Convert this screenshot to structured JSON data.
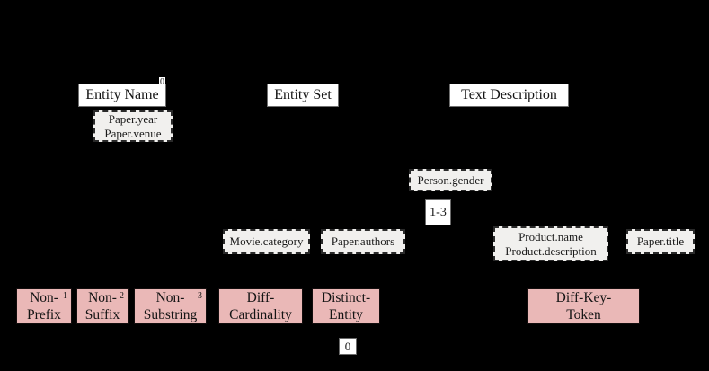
{
  "canvas": {
    "background": "#000000"
  },
  "colors": {
    "node_fill": "#ffffff",
    "node_border": "#707070",
    "example_fill": "#f1f0ee",
    "example_border": "#2a2a2a",
    "category_fill": "#eab8b7",
    "text": "#141414"
  },
  "nodes": {
    "entity_name": {
      "label": "Entity Name",
      "sup": "0"
    },
    "entity_set": {
      "label": "Entity Set"
    },
    "text_description": {
      "label": "Text Description"
    },
    "range": {
      "label": "1-3"
    },
    "zero": {
      "label": "0"
    }
  },
  "examples": {
    "paper_year_venue": {
      "lines": [
        "Paper.year",
        "Paper.venue"
      ]
    },
    "person_gender": {
      "lines": [
        "Person.gender"
      ]
    },
    "movie_category": {
      "lines": [
        "Movie.category"
      ]
    },
    "paper_authors": {
      "lines": [
        "Paper.authors"
      ]
    },
    "product_name_description": {
      "lines": [
        "Product.name",
        "Product.description"
      ]
    },
    "paper_title": {
      "lines": [
        "Paper.title"
      ]
    }
  },
  "categories": [
    {
      "line1": "Non-",
      "line2": "Prefix",
      "sup": "1"
    },
    {
      "line1": "Non-",
      "line2": "Suffix",
      "sup": "2"
    },
    {
      "line1": "Non-",
      "line2": "Substring",
      "sup": "3"
    },
    {
      "line1": "Diff-",
      "line2": "Cardinality",
      "sup": ""
    },
    {
      "line1": "Distinct-",
      "line2": "Entity",
      "sup": ""
    },
    {
      "line1": "Diff-Key-",
      "line2": "Token",
      "sup": ""
    }
  ]
}
